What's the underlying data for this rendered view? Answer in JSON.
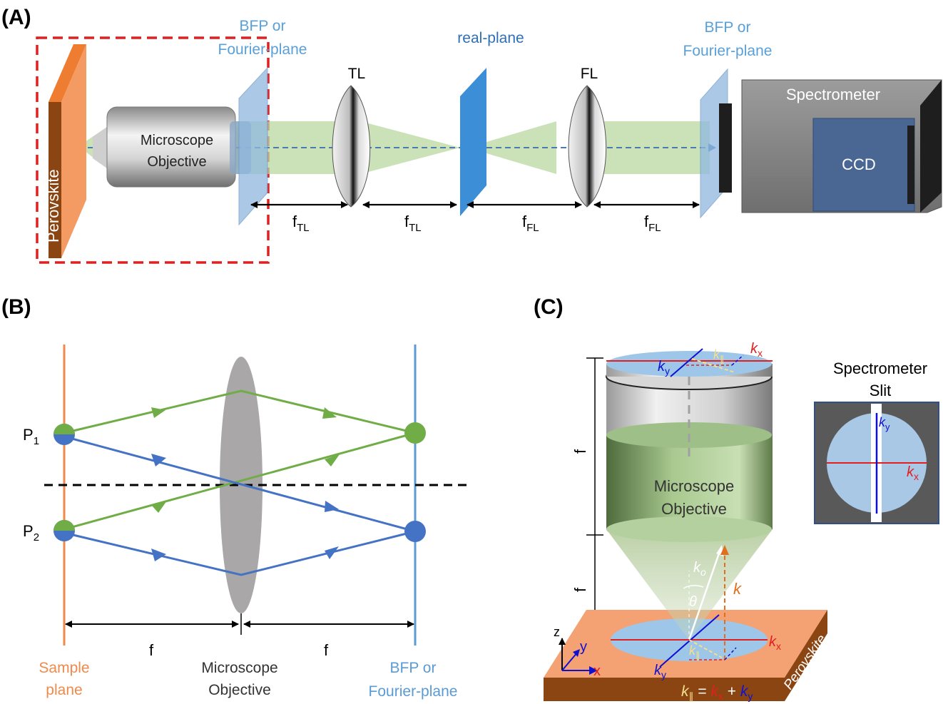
{
  "panel_a": {
    "label": "(A)",
    "sample": "Perovskite",
    "objective": [
      "Microscope",
      "Objective"
    ],
    "bfp_left": [
      "BFP or",
      "Fourier-plane"
    ],
    "tl": "TL",
    "real_plane": "real-plane",
    "fl": "FL",
    "bfp_right": [
      "BFP or",
      "Fourier-plane"
    ],
    "spectrometer": "Spectrometer",
    "ccd": "CCD",
    "distances": [
      {
        "main": "f",
        "sub": "TL"
      },
      {
        "main": "f",
        "sub": "TL"
      },
      {
        "main": "f",
        "sub": "FL"
      },
      {
        "main": "f",
        "sub": "FL"
      }
    ]
  },
  "panel_b": {
    "label": "(B)",
    "p1": {
      "main": "P",
      "sub": "1"
    },
    "p2": {
      "main": "P",
      "sub": "2"
    },
    "f_left": "f",
    "f_right": "f",
    "sample_plane": [
      "Sample",
      "plane"
    ],
    "objective": [
      "Microscope",
      "Objective"
    ],
    "bfp": [
      "BFP or",
      "Fourier-plane"
    ]
  },
  "panel_c": {
    "label": "(C)",
    "f_top": "f",
    "f_bottom": "f",
    "objective": [
      "Microscope",
      "Objective"
    ],
    "slit_title": [
      "Spectrometer",
      "Slit"
    ],
    "kx": {
      "main": "k",
      "sub": "x"
    },
    "ky": {
      "main": "k",
      "sub": "y"
    },
    "kpar": {
      "main": "k",
      "sub": "∥"
    },
    "k0": {
      "main": "k",
      "sub": "o"
    },
    "k": "k",
    "theta": "θ",
    "axis_z": "z",
    "axis_y": "y",
    "axis_x": "x",
    "substrate": "Perovskite",
    "equation": {
      "eq": " = ",
      "plus": " + "
    }
  },
  "colors": {
    "orange": "#f08a4b",
    "blue_label": "#4a90d0",
    "dark_blue": "#2e6fb7",
    "green": "#7ab648",
    "ray_blue": "#4472c4",
    "red": "#e02020"
  }
}
